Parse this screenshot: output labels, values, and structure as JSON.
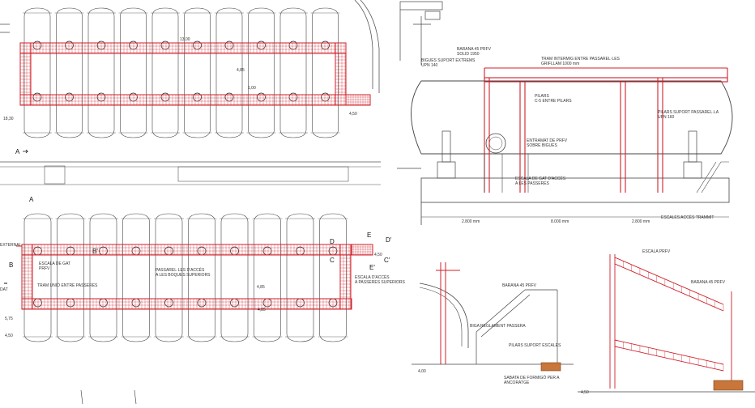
{
  "plan_top": {
    "labels": {
      "dim_a": "13,00",
      "dim_b": "4,85",
      "dim_c": "1,00",
      "dim_d": "4,50",
      "dim_e": "18,30",
      "section_a": "A"
    }
  },
  "plan_bottom": {
    "labels": {
      "section_a": "A",
      "section_b": "B",
      "section_b2": "B'",
      "section_c": "C",
      "section_c2": "C'",
      "section_d": "D",
      "section_d2": "D'",
      "section_e": "E",
      "section_e2": "E'",
      "escala_gat": "ESCALA DE GAT\nPRFV",
      "tram_unio": "TRAM UNIÓ ENTRE PASSERES",
      "passarel": "PASSAREL·LES D'ACCÉS\nA LES BOQUES SUPERIORS",
      "escala_acces": "ESCALA D'ACCÉS\nA PASSERES SUPERIORS",
      "dim_1": "4,85",
      "dim_2": "4,85",
      "dim_3": "5,75",
      "dim_4": "4,50",
      "dim_5": "4,50"
    }
  },
  "section_view": {
    "labels": {
      "baranes": "BARANA 45 PRFV\nSOLID 1950",
      "bigues_suport": "BIGUES SUPORT EXTREMS\nUPN 140",
      "tram_intermig": "TRAM INTERMIG ENTRE PASSAREL·LES\nGRIFLLAM 1000 mm",
      "pilars": "PILARS\nC-5 ENTRE PILARS",
      "pilars_suport": "PILARS SUPORT PASSAREL·LA\nUPN 160",
      "entramat": "ENTRAMAT DE PRFV\nSOBRE BIGUES",
      "escala_gat": "ESCALA DE GAT D'ACCÉS\nA LES PASSERES",
      "escales_acces": "ESCALES ACCÉS TRAMMIT",
      "dim_sec_1": "2.800 mm",
      "dim_sec_2": "8.000 mm",
      "dim_sec_3": "2.800 mm"
    }
  },
  "detail_left": {
    "labels": {
      "barana": "BARANA 45 PRFV",
      "bigues_reg": "BIGA REGLAMENT PASSERA",
      "pilars": "PILARS SUPORT ESCALES",
      "sabata": "SABATA DE FORMIGÓ PER A\nANCORATGE",
      "dim": "4,00"
    }
  },
  "detail_right": {
    "labels": {
      "escala_prfv": "ESCALA PRFV",
      "barana": "BARANA 45 PRFV",
      "dim": "4,50"
    }
  }
}
